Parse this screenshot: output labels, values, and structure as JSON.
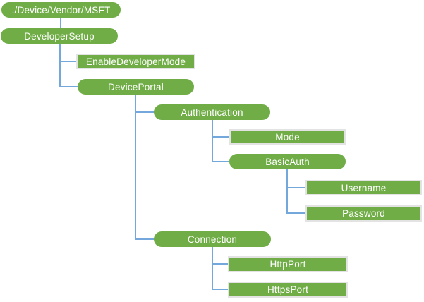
{
  "diagram": {
    "nodes": {
      "root": {
        "label": "./Device/Vendor/MSFT",
        "shape": "pill",
        "parent": null
      },
      "developer_setup": {
        "label": "DeveloperSetup",
        "shape": "pill",
        "parent": "root"
      },
      "enable_developer_mode": {
        "label": "EnableDeveloperMode",
        "shape": "rect",
        "parent": "developer_setup"
      },
      "device_portal": {
        "label": "DevicePortal",
        "shape": "pill",
        "parent": "developer_setup"
      },
      "authentication": {
        "label": "Authentication",
        "shape": "pill",
        "parent": "device_portal"
      },
      "mode": {
        "label": "Mode",
        "shape": "rect",
        "parent": "authentication"
      },
      "basic_auth": {
        "label": "BasicAuth",
        "shape": "pill",
        "parent": "authentication"
      },
      "username": {
        "label": "Username",
        "shape": "rect",
        "parent": "basic_auth"
      },
      "password": {
        "label": "Password",
        "shape": "rect",
        "parent": "basic_auth"
      },
      "connection": {
        "label": "Connection",
        "shape": "pill",
        "parent": "device_portal"
      },
      "http_port": {
        "label": "HttpPort",
        "shape": "rect",
        "parent": "connection"
      },
      "https_port": {
        "label": "HttpsPort",
        "shape": "rect",
        "parent": "connection"
      }
    },
    "colors": {
      "node_fill": "#70AD47",
      "node_text": "#FFFFFF",
      "connector": "#74A7DB",
      "rect_border": "#E3E3E3",
      "background": "#FFFFFF"
    }
  }
}
